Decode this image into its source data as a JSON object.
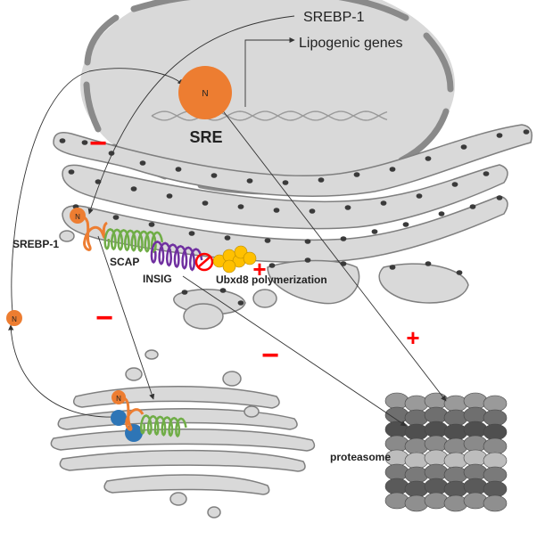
{
  "colors": {
    "nucleus_fill": "#d6d6d6",
    "nuclear_envelope": "#8a8a8a",
    "er_fill": "#d9d9d9",
    "er_outline": "#7f7f7f",
    "ribosome": "#3a3a3a",
    "srebp_n": "#ed7d31",
    "scap": "#70ad47",
    "insig": "#7030a0",
    "ubxd8": "#ffc000",
    "inhibit": "#ff0000",
    "golgi_site": "#2e75b6",
    "proteasome": "#808080",
    "arrow": "#333333"
  },
  "labels": {
    "srebp_gene": "SREBP-1",
    "lipogenic_genes": "Lipogenic genes",
    "sre": "SRE",
    "n_marker": "N",
    "srebp1": "SREBP-1",
    "scap": "SCAP",
    "insig": "INSIG",
    "ubxd8": "Ubxd8 polymerization",
    "proteasome": "proteasome"
  },
  "signs": {
    "minus": "−",
    "plus": "+"
  }
}
